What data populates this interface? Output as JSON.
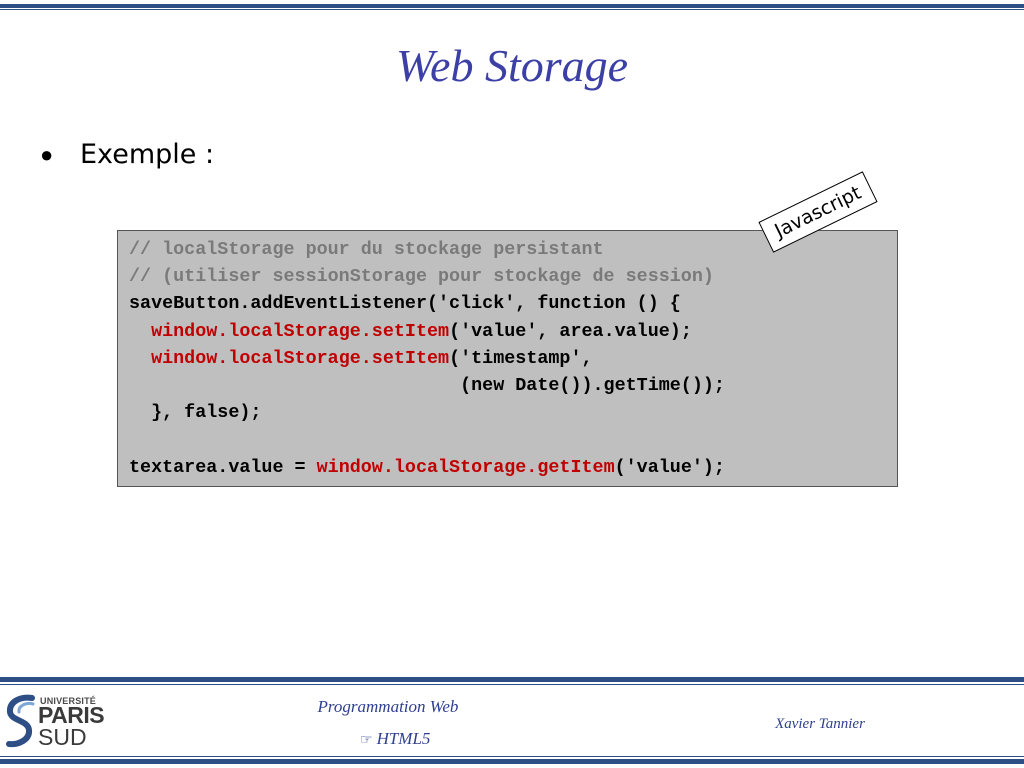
{
  "slide": {
    "title": "Web Storage",
    "bullet": "Exemple :",
    "language_tag": "Javascript"
  },
  "code": {
    "line1": "// localStorage pour du stockage persistant",
    "line2": "// (utiliser sessionStorage pour stockage de session)",
    "line3": "saveButton.addEventListener('click', function () {",
    "line4_indent": "  ",
    "line4_fn": "window.localStorage.setItem",
    "line4_rest": "('value', area.value);",
    "line5_indent": "  ",
    "line5_fn": "window.localStorage.setItem",
    "line5_rest": "('timestamp',",
    "line6": "                              (new Date()).getTime());",
    "line7": "  }, false);",
    "line9_start": "textarea.value = ",
    "line9_fn": "window.localStorage.getItem",
    "line9_rest": "('value');"
  },
  "footer": {
    "course": "Programmation Web",
    "section_icon": "hand-pointing-icon",
    "section": "HTML5",
    "author": "Xavier Tannier",
    "logo_line1": "UNIVERSITÉ",
    "logo_line2": "PARIS",
    "logo_line3": "SUD"
  },
  "colors": {
    "accent_blue": "#2e4e86",
    "title_blue": "#3b3fa6",
    "code_red": "#c00000",
    "code_comment": "#7a7a7a",
    "code_bg": "#bfbfbf"
  }
}
